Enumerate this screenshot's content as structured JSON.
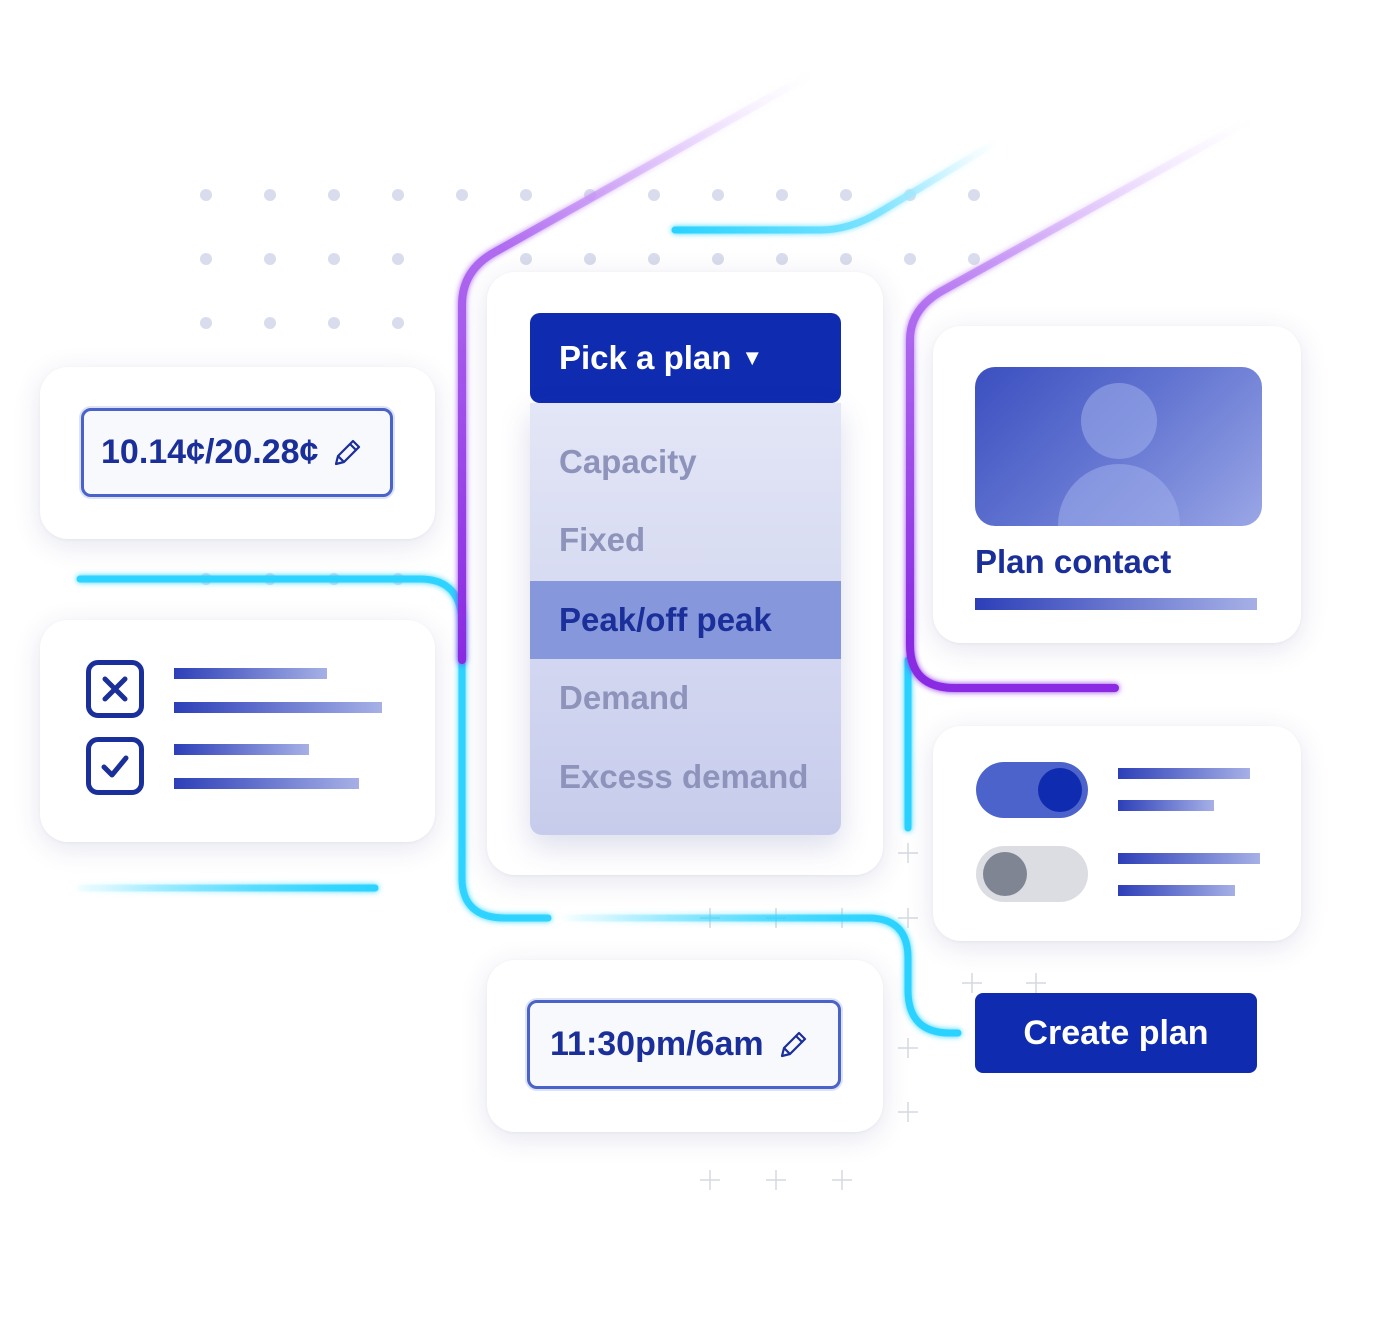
{
  "rate_field": {
    "value": "10.14¢/20.28¢",
    "icon": "pencil-icon"
  },
  "plan_dropdown": {
    "header_label": "Pick a plan",
    "caret_icon": "caret-down-icon",
    "options": [
      {
        "label": "Capacity",
        "selected": false
      },
      {
        "label": "Fixed",
        "selected": false
      },
      {
        "label": "Peak/off peak",
        "selected": true
      },
      {
        "label": "Demand",
        "selected": false
      },
      {
        "label": "Excess demand",
        "selected": false
      }
    ]
  },
  "contact_card": {
    "label": "Plan contact",
    "avatar_icon": "person-icon"
  },
  "checklist": [
    {
      "state": "unchecked",
      "icon": "x-icon"
    },
    {
      "state": "checked",
      "icon": "checkmark-icon"
    }
  ],
  "toggles": [
    {
      "on": true
    },
    {
      "on": false
    }
  ],
  "time_field": {
    "value": "11:30pm/6am",
    "icon": "pencil-icon"
  },
  "create_button": {
    "label": "Create plan"
  },
  "colors": {
    "primary": "#0f2bb0",
    "text_blue": "#1a2f99",
    "accent_cyan": "#2fd6ff",
    "accent_purple": "#9b45ee",
    "toggle_on": "#4d63cc",
    "toggle_off": "#dcdde2"
  }
}
